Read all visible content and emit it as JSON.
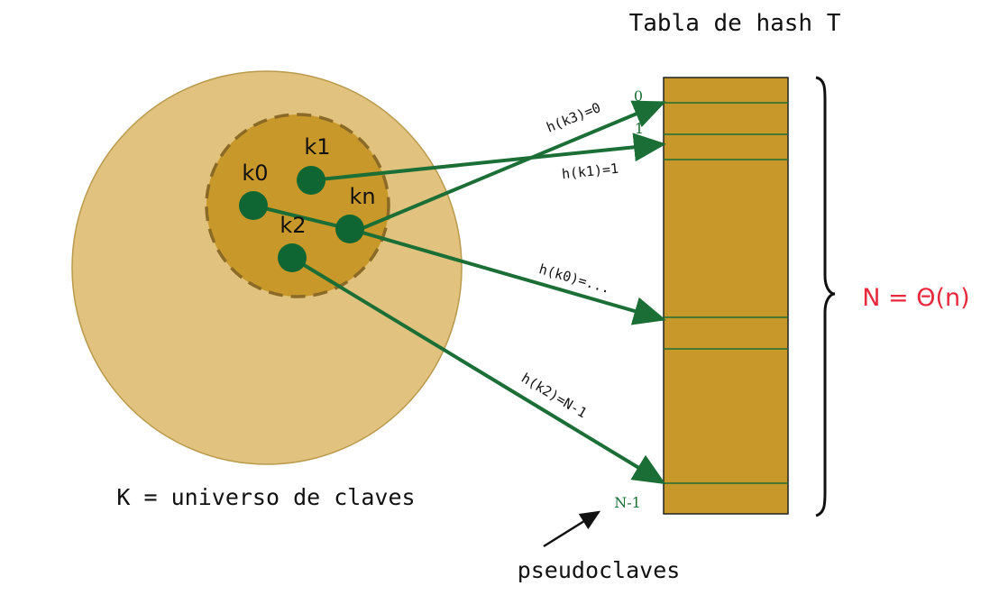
{
  "title": "Tabla de hash T",
  "universe_label": "K = universo de claves",
  "size_label": "N = Θ(n)",
  "pseudo_label": "pseudoclaves",
  "keys": [
    "k1",
    "k0",
    "kn",
    "k2"
  ],
  "slot_labels": [
    "0",
    "1",
    "N-1"
  ],
  "arrow_labels": [
    "h(k3)=0",
    "h(k1)=1",
    "h(k0)=...",
    "h(k2)=N-1"
  ],
  "colors": {
    "outer_circle": "#e1c37f",
    "inner_circle": "#c9982a",
    "table_fill": "#c9982a",
    "arrow": "#1b6e35",
    "key_dot": "#0f6633",
    "size_label": "#e8283c",
    "text": "#111111"
  }
}
